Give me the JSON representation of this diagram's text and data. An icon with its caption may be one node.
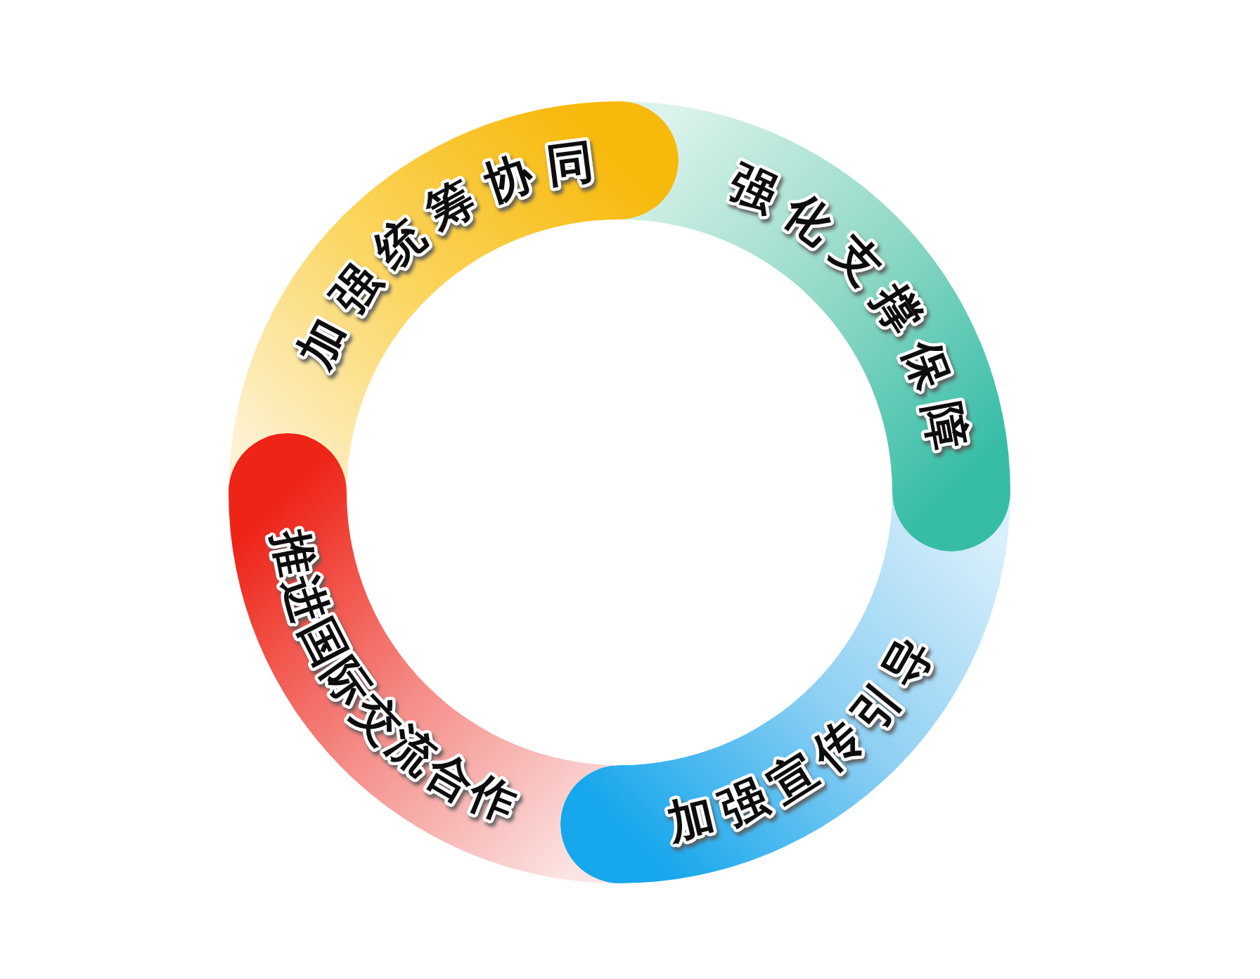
{
  "diagram": {
    "nodes": [
      {
        "text": [
          "加强统筹协同"
        ]
      },
      {
        "text": [
          "强化支撑保障"
        ]
      },
      {
        "text": [
          "加强宣传引导"
        ]
      },
      {
        "text": [
          "推进国际交流合作"
        ]
      }
    ]
  }
}
